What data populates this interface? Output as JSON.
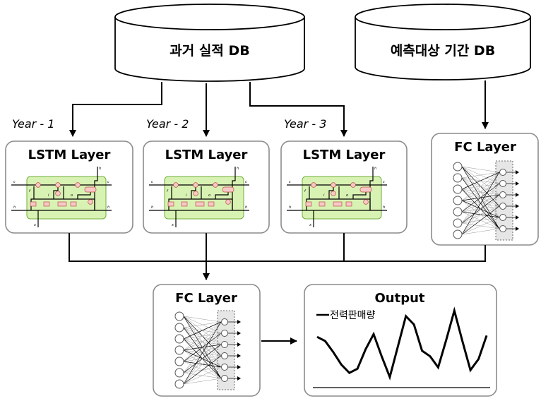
{
  "databases": {
    "past": {
      "label": "과거 실적 DB"
    },
    "forecast": {
      "label": "예측대상 기간 DB"
    }
  },
  "branches": [
    {
      "year_label": "Year - 1",
      "layer_title": "LSTM Layer"
    },
    {
      "year_label": "Year - 2",
      "layer_title": "LSTM Layer"
    },
    {
      "year_label": "Year - 3",
      "layer_title": "LSTM Layer"
    }
  ],
  "fc_top": {
    "title": "FC Layer"
  },
  "fc_bottom": {
    "title": "FC Layer"
  },
  "output": {
    "title": "Output",
    "legend_label": "전력판매량",
    "series_values": [
      0.62,
      0.56,
      0.4,
      0.22,
      0.1,
      0.16,
      0.44,
      0.66,
      0.34,
      0.04,
      0.48,
      0.92,
      0.8,
      0.42,
      0.34,
      0.18,
      0.58,
      1.0,
      0.56,
      0.14,
      0.3,
      0.64
    ]
  }
}
